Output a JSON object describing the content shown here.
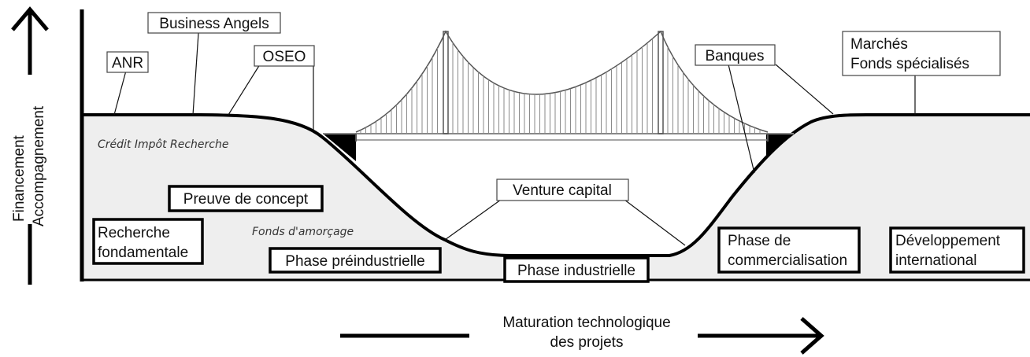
{
  "axes": {
    "y_label_line1": "Financement",
    "y_label_line2": "Accompagnement",
    "x_label_line1": "Maturation technologique",
    "x_label_line2": "des projets"
  },
  "funders": {
    "anr": "ANR",
    "business_angels": "Business Angels",
    "oseo": "OSEO",
    "banques": "Banques",
    "marches": "Marchés",
    "fonds_specialises": "Fonds spécialisés",
    "venture_capital": "Venture capital"
  },
  "annotations": {
    "credit_impot": "Crédit Impôt Recherche",
    "fonds_amorcage": "Fonds d'amorçage"
  },
  "phases": {
    "recherche_line1": "Recherche",
    "recherche_line2": "fondamentale",
    "preuve_concept": "Preuve de concept",
    "preindustrielle": "Phase préindustrielle",
    "industrielle": "Phase industrielle",
    "commercialisation_line1": "Phase de",
    "commercialisation_line2": "commercialisation",
    "developpement_line1": "Développement",
    "developpement_line2": "international"
  },
  "colors": {
    "ground": "#eeeeee",
    "ink": "#000000"
  }
}
